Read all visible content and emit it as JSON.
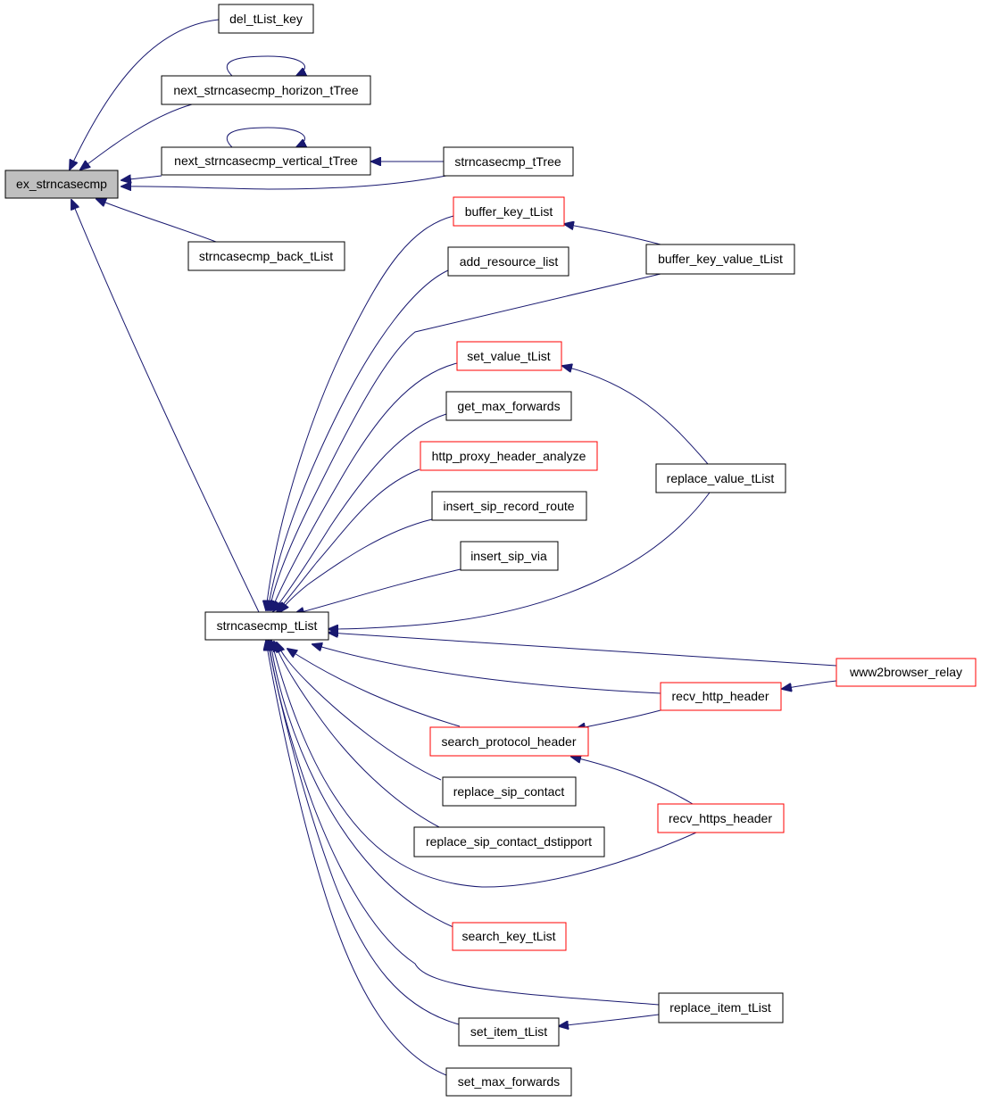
{
  "colors": {
    "edge": "#191970",
    "arrow": "#191970",
    "node_border_default": "#000000",
    "node_border_truncated": "#ff0000",
    "node_fill_focus": "#bfbfbf",
    "node_fill": "#ffffff"
  },
  "nodes": {
    "ex_strncasecmp": {
      "label": "ex_strncasecmp",
      "focus": true,
      "truncated": false
    },
    "del_tList_key": {
      "label": "del_tList_key",
      "focus": false,
      "truncated": false
    },
    "next_strncasecmp_horizon_tTree": {
      "label": "next_strncasecmp_horizon_tTree",
      "focus": false,
      "truncated": false
    },
    "next_strncasecmp_vertical_tTree": {
      "label": "next_strncasecmp_vertical_tTree",
      "focus": false,
      "truncated": false
    },
    "strncasecmp_tTree": {
      "label": "strncasecmp_tTree",
      "focus": false,
      "truncated": false
    },
    "strncasecmp_back_tList": {
      "label": "strncasecmp_back_tList",
      "focus": false,
      "truncated": false
    },
    "strncasecmp_tList": {
      "label": "strncasecmp_tList",
      "focus": false,
      "truncated": false
    },
    "buffer_key_tList": {
      "label": "buffer_key_tList",
      "focus": false,
      "truncated": true
    },
    "buffer_key_value_tList": {
      "label": "buffer_key_value_tList",
      "focus": false,
      "truncated": false
    },
    "add_resource_list": {
      "label": "add_resource_list",
      "focus": false,
      "truncated": false
    },
    "set_value_tList": {
      "label": "set_value_tList",
      "focus": false,
      "truncated": true
    },
    "get_max_forwards": {
      "label": "get_max_forwards",
      "focus": false,
      "truncated": false
    },
    "http_proxy_header_analyze": {
      "label": "http_proxy_header_analyze",
      "focus": false,
      "truncated": true
    },
    "replace_value_tList": {
      "label": "replace_value_tList",
      "focus": false,
      "truncated": false
    },
    "insert_sip_record_route": {
      "label": "insert_sip_record_route",
      "focus": false,
      "truncated": false
    },
    "insert_sip_via": {
      "label": "insert_sip_via",
      "focus": false,
      "truncated": false
    },
    "www2browser_relay": {
      "label": "www2browser_relay",
      "focus": false,
      "truncated": true
    },
    "recv_http_header": {
      "label": "recv_http_header",
      "focus": false,
      "truncated": true
    },
    "search_protocol_header": {
      "label": "search_protocol_header",
      "focus": false,
      "truncated": true
    },
    "replace_sip_contact": {
      "label": "replace_sip_contact",
      "focus": false,
      "truncated": false
    },
    "recv_https_header": {
      "label": "recv_https_header",
      "focus": false,
      "truncated": true
    },
    "replace_sip_contact_dstipport": {
      "label": "replace_sip_contact_dstipport",
      "focus": false,
      "truncated": false
    },
    "search_key_tList": {
      "label": "search_key_tList",
      "focus": false,
      "truncated": true
    },
    "replace_item_tList": {
      "label": "replace_item_tList",
      "focus": false,
      "truncated": false
    },
    "set_item_tList": {
      "label": "set_item_tList",
      "focus": false,
      "truncated": false
    },
    "set_max_forwards": {
      "label": "set_max_forwards",
      "focus": false,
      "truncated": false
    }
  },
  "edges": [
    {
      "from": "del_tList_key",
      "to": "ex_strncasecmp"
    },
    {
      "from": "next_strncasecmp_horizon_tTree",
      "to": "ex_strncasecmp"
    },
    {
      "from": "next_strncasecmp_horizon_tTree",
      "to": "next_strncasecmp_horizon_tTree"
    },
    {
      "from": "next_strncasecmp_vertical_tTree",
      "to": "ex_strncasecmp"
    },
    {
      "from": "next_strncasecmp_vertical_tTree",
      "to": "next_strncasecmp_vertical_tTree"
    },
    {
      "from": "strncasecmp_tTree",
      "to": "next_strncasecmp_vertical_tTree"
    },
    {
      "from": "strncasecmp_tTree",
      "to": "ex_strncasecmp"
    },
    {
      "from": "strncasecmp_back_tList",
      "to": "ex_strncasecmp"
    },
    {
      "from": "strncasecmp_tList",
      "to": "ex_strncasecmp"
    },
    {
      "from": "buffer_key_tList",
      "to": "strncasecmp_tList"
    },
    {
      "from": "add_resource_list",
      "to": "strncasecmp_tList"
    },
    {
      "from": "buffer_key_value_tList",
      "to": "strncasecmp_tList"
    },
    {
      "from": "buffer_key_value_tList",
      "to": "buffer_key_tList"
    },
    {
      "from": "set_value_tList",
      "to": "strncasecmp_tList"
    },
    {
      "from": "get_max_forwards",
      "to": "strncasecmp_tList"
    },
    {
      "from": "http_proxy_header_analyze",
      "to": "strncasecmp_tList"
    },
    {
      "from": "insert_sip_record_route",
      "to": "strncasecmp_tList"
    },
    {
      "from": "insert_sip_via",
      "to": "strncasecmp_tList"
    },
    {
      "from": "replace_value_tList",
      "to": "strncasecmp_tList"
    },
    {
      "from": "replace_value_tList",
      "to": "set_value_tList"
    },
    {
      "from": "www2browser_relay",
      "to": "strncasecmp_tList"
    },
    {
      "from": "www2browser_relay",
      "to": "recv_http_header"
    },
    {
      "from": "recv_http_header",
      "to": "strncasecmp_tList"
    },
    {
      "from": "recv_http_header",
      "to": "search_protocol_header"
    },
    {
      "from": "search_protocol_header",
      "to": "strncasecmp_tList"
    },
    {
      "from": "recv_https_header",
      "to": "search_protocol_header"
    },
    {
      "from": "recv_https_header",
      "to": "strncasecmp_tList"
    },
    {
      "from": "replace_sip_contact",
      "to": "strncasecmp_tList"
    },
    {
      "from": "replace_sip_contact_dstipport",
      "to": "strncasecmp_tList"
    },
    {
      "from": "search_key_tList",
      "to": "strncasecmp_tList"
    },
    {
      "from": "replace_item_tList",
      "to": "strncasecmp_tList"
    },
    {
      "from": "replace_item_tList",
      "to": "set_item_tList"
    },
    {
      "from": "set_item_tList",
      "to": "strncasecmp_tList"
    },
    {
      "from": "set_max_forwards",
      "to": "strncasecmp_tList"
    }
  ]
}
